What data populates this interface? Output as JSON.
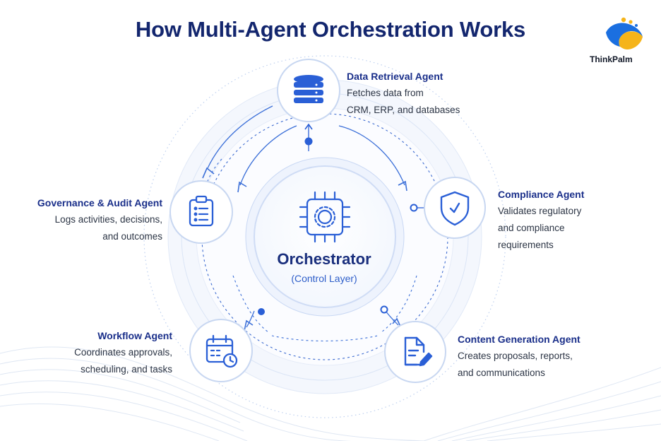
{
  "title": "How Multi-Agent Orchestration Works",
  "brand": {
    "name": "ThinkPalm"
  },
  "center": {
    "title": "Orchestrator",
    "subtitle": "(Control Layer)"
  },
  "agents": [
    {
      "title": "Data Retrieval Agent",
      "lines": [
        "Fetches data from",
        "CRM, ERP, and databases"
      ]
    },
    {
      "title": "Compliance Agent",
      "lines": [
        "Validates regulatory",
        "and compliance",
        "requirements"
      ]
    },
    {
      "title": "Content Generation Agent",
      "lines": [
        "Creates proposals, reports,",
        "and communications"
      ]
    },
    {
      "title": "Workflow Agent",
      "lines": [
        "Coordinates approvals,",
        "scheduling, and tasks"
      ]
    },
    {
      "title": "Governance & Audit Agent",
      "lines": [
        "Logs activities, decisions,",
        "and outcomes"
      ]
    }
  ],
  "colors": {
    "title": "#13266e",
    "accent": "#2a5fd6",
    "ring": "#e8effb",
    "text": "#2b3444"
  }
}
